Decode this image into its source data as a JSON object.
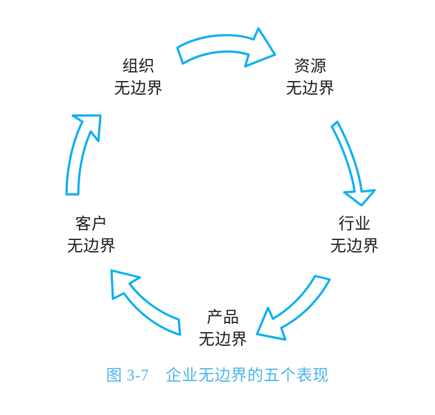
{
  "figure": {
    "caption": "图 3-7　企业无边界的五个表现",
    "caption_label": "图 3-7",
    "caption_title": "企业无边界的五个表现",
    "caption_color": "#4ab6ec",
    "arrow_color": "#0cb0ee",
    "text_color": "#1a1a1a",
    "background_color": "#ffffff"
  },
  "chart_data": {
    "type": "diagram",
    "diagram_kind": "cycle",
    "title": "企业无边界的五个表现",
    "node_count": 5,
    "direction": "clockwise",
    "nodes": [
      {
        "id": "organization",
        "line1": "组织",
        "line2": "无边界",
        "position": "top-left",
        "order": 1
      },
      {
        "id": "resource",
        "line1": "资源",
        "line2": "无边界",
        "position": "top-right",
        "order": 2
      },
      {
        "id": "industry",
        "line1": "行业",
        "line2": "无边界",
        "position": "right",
        "order": 3
      },
      {
        "id": "product",
        "line1": "产品",
        "line2": "无边界",
        "position": "bottom",
        "order": 4
      },
      {
        "id": "customer",
        "line1": "客户",
        "line2": "无边界",
        "position": "left",
        "order": 5
      }
    ],
    "arrows": [
      {
        "id": "arrow-organization-to-resource",
        "from": "organization",
        "to": "resource",
        "shape": "curved-block-arrow",
        "heading": "right"
      },
      {
        "id": "arrow-resource-to-industry",
        "from": "resource",
        "to": "industry",
        "shape": "curved-block-arrow",
        "heading": "down"
      },
      {
        "id": "arrow-industry-to-product",
        "from": "industry",
        "to": "product",
        "shape": "curved-block-arrow",
        "heading": "down-left"
      },
      {
        "id": "arrow-product-to-customer",
        "from": "product",
        "to": "customer",
        "shape": "curved-block-arrow",
        "heading": "up-left"
      },
      {
        "id": "arrow-customer-to-organization",
        "from": "customer",
        "to": "organization",
        "shape": "curved-block-arrow",
        "heading": "up"
      }
    ],
    "legend": [],
    "grid": false
  }
}
